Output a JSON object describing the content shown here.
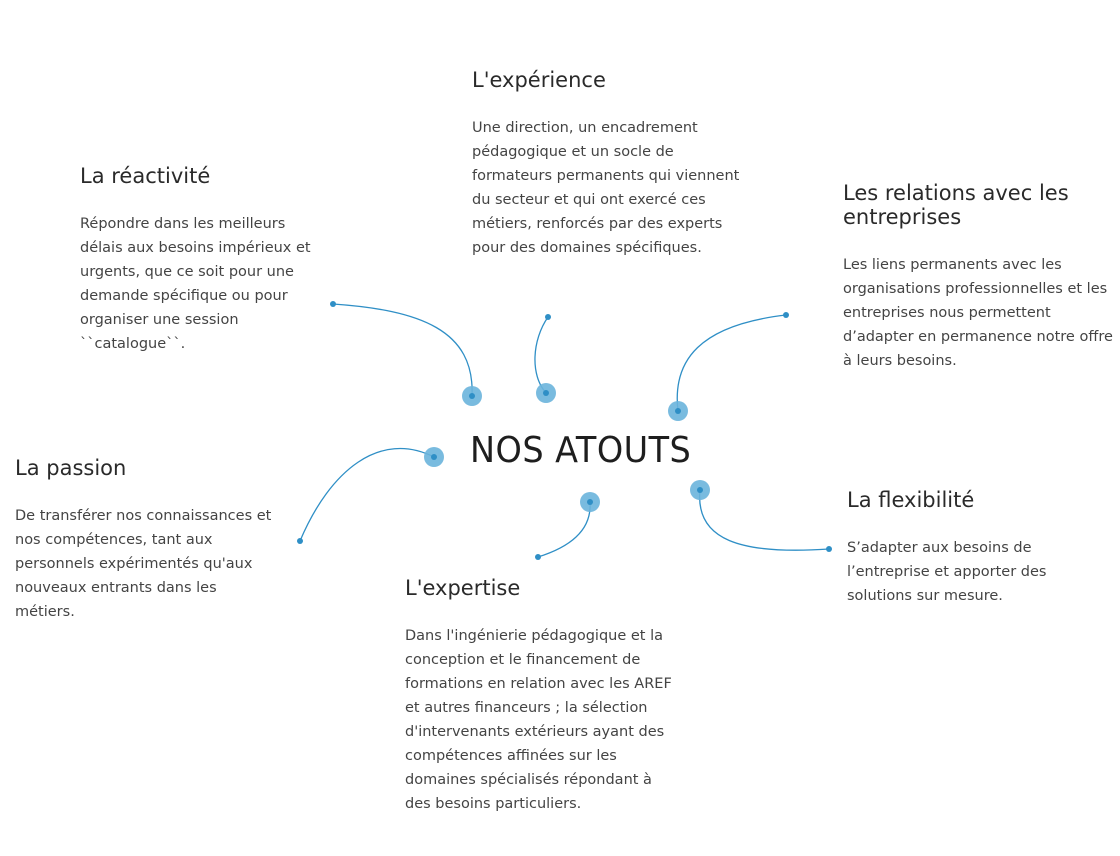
{
  "section": {
    "title": "NOS ATOUTS"
  },
  "colors": {
    "accent": "#2f8fc6",
    "accent_soft": "#6ab4dc",
    "text": "#444444"
  },
  "atouts": {
    "experience": {
      "title": "L'expérience",
      "text": "Une direction, un encadrement pédagogique et un socle de formateurs permanents qui viennent du secteur et qui ont exercé ces métiers, renforcés par des experts pour des domaines spécifiques."
    },
    "reactivite": {
      "title": "La réactivité",
      "text": "Répondre dans les meilleurs délais aux besoins impérieux et urgents, que ce soit pour une demande spécifique ou pour organiser une session ``catalogue``."
    },
    "relations": {
      "title": "Les relations avec les entreprises",
      "text": "Les liens permanents avec les organisations professionnelles et les entreprises nous permettent d’adapter en permanence notre offre à leurs besoins."
    },
    "passion": {
      "title": "La passion",
      "text": "De transférer nos connaissances et nos compétences, tant aux personnels expérimentés qu'aux nouveaux entrants dans les métiers."
    },
    "flexibilite": {
      "title": "La flexibilité",
      "text": "S’adapter aux besoins de l’entreprise et apporter des solutions sur mesure."
    },
    "expertise": {
      "title": "L'expertise",
      "text": "Dans l'ingénierie pédagogique et la conception et le financement de formations en relation avec les AREF et autres financeurs ; la sélection d'intervenants extérieurs ayant des compétences affinées sur les domaines spécialisés répondant à des besoins particuliers."
    }
  }
}
